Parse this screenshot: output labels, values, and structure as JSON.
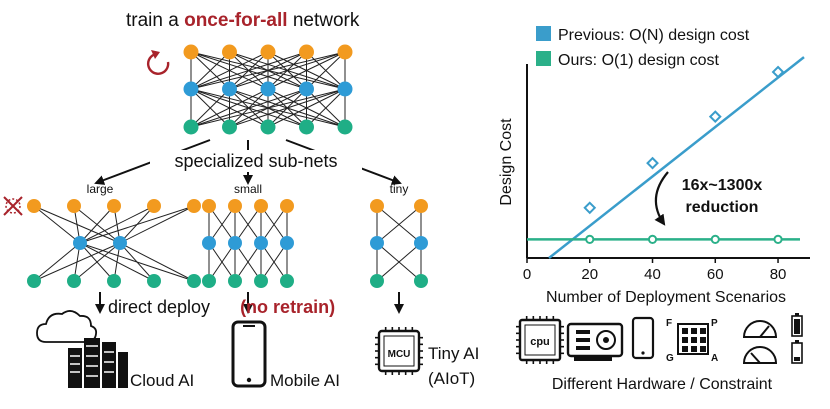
{
  "left": {
    "title_prefix": "train a ",
    "title_emphasis": "once-for-all",
    "title_suffix": " network",
    "specialized_label": "specialized sub-nets",
    "subnets": [
      {
        "label": "large"
      },
      {
        "label": "small"
      },
      {
        "label": "tiny"
      }
    ],
    "deploy_prefix": "direct deploy",
    "deploy_emphasis": "(no retrain)",
    "targets": [
      {
        "label": "Cloud AI",
        "icon": "cloud-server-icon"
      },
      {
        "label": "Mobile AI",
        "icon": "mobile-phone-icon"
      },
      {
        "label_line1": "Tiny AI",
        "label_line2": "(AIoT)",
        "icon": "mcu-chip-icon",
        "chip_text": "MCU"
      }
    ]
  },
  "colors": {
    "orange": "#f29a1f",
    "blue": "#2e9bd6",
    "green": "#1fae86",
    "emphasis": "#a8232b",
    "previous": "#3a9dcb",
    "ours": "#2bb089"
  },
  "chart_data": {
    "type": "line",
    "xlabel": "Number of Deployment Scenarios",
    "ylabel": "Design Cost",
    "xticks": [
      0,
      20,
      40,
      60,
      80
    ],
    "xlim": [
      0,
      87
    ],
    "ylim": [
      0,
      100
    ],
    "series": [
      {
        "name": "Previous: O(N) design cost",
        "color": "#3a9dcb",
        "marker": "diamond",
        "x": [
          20,
          40,
          60,
          80
        ],
        "y": [
          27,
          51,
          76,
          100
        ]
      },
      {
        "name": "Ours: O(1) design cost",
        "color": "#2bb089",
        "marker": "circle",
        "x": [
          20,
          40,
          60,
          80
        ],
        "y": [
          10,
          10,
          10,
          10
        ]
      }
    ],
    "legend_position": "top",
    "annotation_line1": "16x~1300x",
    "annotation_line2": "reduction",
    "grid": false
  },
  "hardware_caption": "Different Hardware / Constraint",
  "hardware_icons": {
    "cpu": "cpu",
    "fpga_labels": [
      "F",
      "P",
      "G",
      "A"
    ]
  }
}
